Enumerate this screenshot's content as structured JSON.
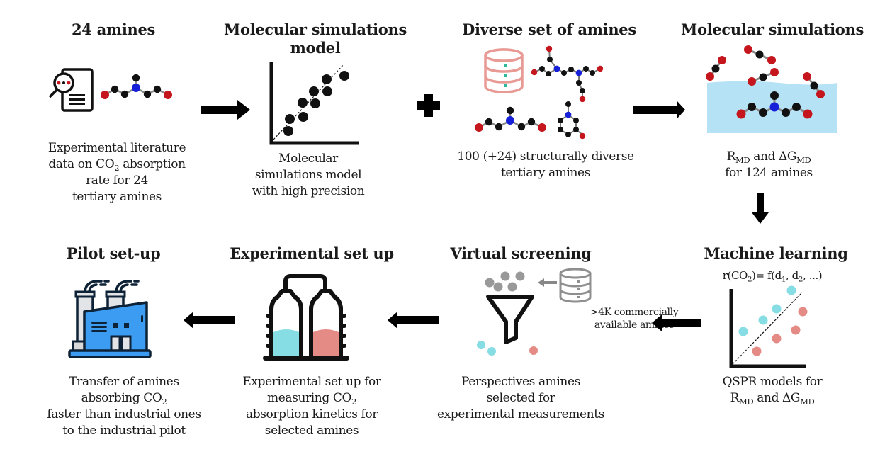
{
  "steps": [
    {
      "id": "24-amines",
      "title": "24 amines",
      "description_lines": [
        "Experimental literature",
        "data on CO|2| absorption",
        "rate for 24",
        "tertiary amines"
      ]
    },
    {
      "id": "molecular-simulations-model",
      "title_lines": [
        "Molecular simulations",
        "model"
      ],
      "description_lines": [
        "Molecular",
        "simulations model",
        "with high precision"
      ]
    },
    {
      "id": "diverse-set-of-amines",
      "title": "Diverse set of amines",
      "description_lines": [
        "100 (+24) structurally diverse",
        "tertiary amines"
      ]
    },
    {
      "id": "molecular-simulations",
      "title": "Molecular simulations",
      "description_lines": [
        "R|MD| and ΔG|MD|",
        "for 124 amines"
      ]
    },
    {
      "id": "machine-learning",
      "title": "Machine learning",
      "formula": "r(CO|2|)= f(d|1|, d|2|, ...)",
      "description_lines": [
        "QSPR models for",
        "R|MD| and ΔG|MD|"
      ]
    },
    {
      "id": "virtual-screening",
      "title": "Virtual screening",
      "database_label_lines": [
        ">4K commercially",
        "available amines"
      ],
      "description_lines": [
        "Perspectives amines",
        "selected for",
        "experimental measurements"
      ]
    },
    {
      "id": "experimental-set-up",
      "title": "Experimental set up",
      "description_lines": [
        "Experimental set up for",
        "measuring CO|2|",
        "absorption kinetics for",
        "selected amines"
      ]
    },
    {
      "id": "pilot-set-up",
      "title": "Pilot set-up",
      "description_lines": [
        "Transfer of amines",
        "absorbing CO|2|",
        "faster than industrial ones",
        "to the industrial pilot"
      ]
    }
  ],
  "connectors": [
    {
      "from": "24-amines",
      "to": "molecular-simulations-model",
      "symbol": "arrow-right"
    },
    {
      "from": "molecular-simulations-model",
      "to": "diverse-set-of-amines",
      "symbol": "plus"
    },
    {
      "from": "diverse-set-of-amines",
      "to": "molecular-simulations",
      "symbol": "arrow-right"
    },
    {
      "from": "molecular-simulations",
      "to": "machine-learning",
      "symbol": "arrow-down"
    },
    {
      "from": "machine-learning",
      "to": "virtual-screening",
      "symbol": "arrow-left"
    },
    {
      "from": "virtual-screening",
      "to": "experimental-set-up",
      "symbol": "arrow-left"
    },
    {
      "from": "experimental-set-up",
      "to": "pilot-set-up",
      "symbol": "arrow-left"
    }
  ],
  "colors": {
    "carbon": "#111111",
    "oxygen": "#c4161c",
    "nitrogen": "#1520d8",
    "water": "#b6e2f5",
    "cyan_point": "#86dde3",
    "pink_point": "#e58b86",
    "database_pink": "#e89a94",
    "database_teal": "#2fb79a",
    "database_gray": "#8f8f8f",
    "factory_blue": "#3c9cf2",
    "factory_gray": "#e3e4e8"
  }
}
